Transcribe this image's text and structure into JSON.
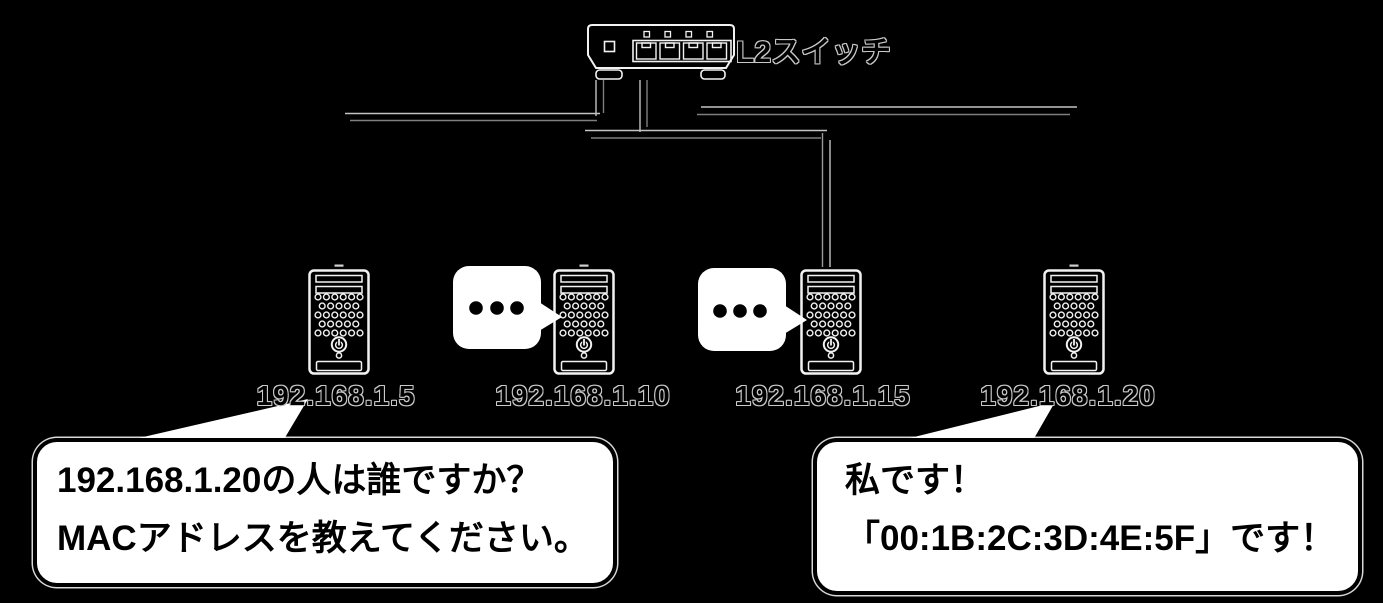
{
  "switch": {
    "label": "L2スイッチ"
  },
  "hosts": [
    {
      "ip": "192.168.1.5"
    },
    {
      "ip": "192.168.1.10"
    },
    {
      "ip": "192.168.1.15"
    },
    {
      "ip": "192.168.1.20"
    }
  ],
  "bubbles": {
    "request": {
      "line1": "192.168.1.20の人は誰ですか？",
      "line2": "MACアドレスを教えてください。"
    },
    "reply": {
      "line1": "私です！",
      "line2": "「00:1B:2C:3D:4E:5F」です！"
    }
  },
  "icons": {
    "switch": "l2-switch-icon",
    "host": "pc-tower-icon",
    "thinking": "ellipsis-dots-icon"
  },
  "colors": {
    "background": "#000000",
    "line_art": "#f2f2f2",
    "cable_bright": "#c4c4c4",
    "cable_dim": "#7e7e7e",
    "bubble_fill": "#ffffff",
    "bubble_text": "#000000",
    "label_outline": "#c9c9c9"
  }
}
